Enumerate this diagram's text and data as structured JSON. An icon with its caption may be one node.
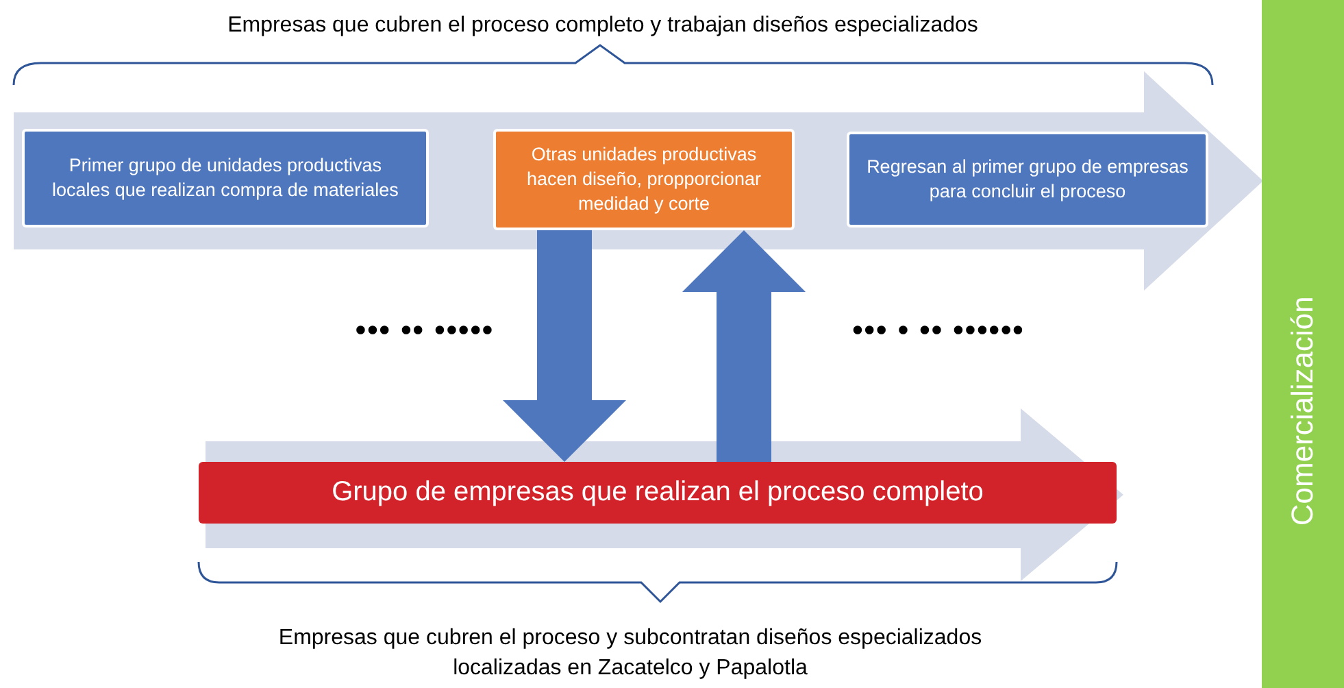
{
  "diagram": {
    "nodes": [
      {
        "text": [
          "Primer grupo de unidades productivas locales que realizan compra de materiales"
        ]
      },
      {
        "text": [
          "Otras unidades productivas hacen diseño, propporcionar medidad y corte"
        ]
      },
      {
        "text": [
          "Regresan al primer grupo de empresas para concluir el proceso"
        ]
      },
      {
        "text": [
          "Grupo de empresas que realizan el proceso completo"
        ]
      },
      {
        "text": [
          "Comercialización"
        ]
      }
    ],
    "edges": [
      {
        "from": 1,
        "to": 3,
        "arrow": "to"
      },
      {
        "from": 3,
        "to": 1,
        "arrow": "to"
      }
    ],
    "labels": [
      "Empresas que cubren el proceso completo y trabajan diseños especializados",
      "••• •• •••••",
      "••• • •• ••••••",
      "Empresas que cubren el proceso y subcontratan diseños especializados localizadas en Zacatelco y Papalotla"
    ]
  }
}
